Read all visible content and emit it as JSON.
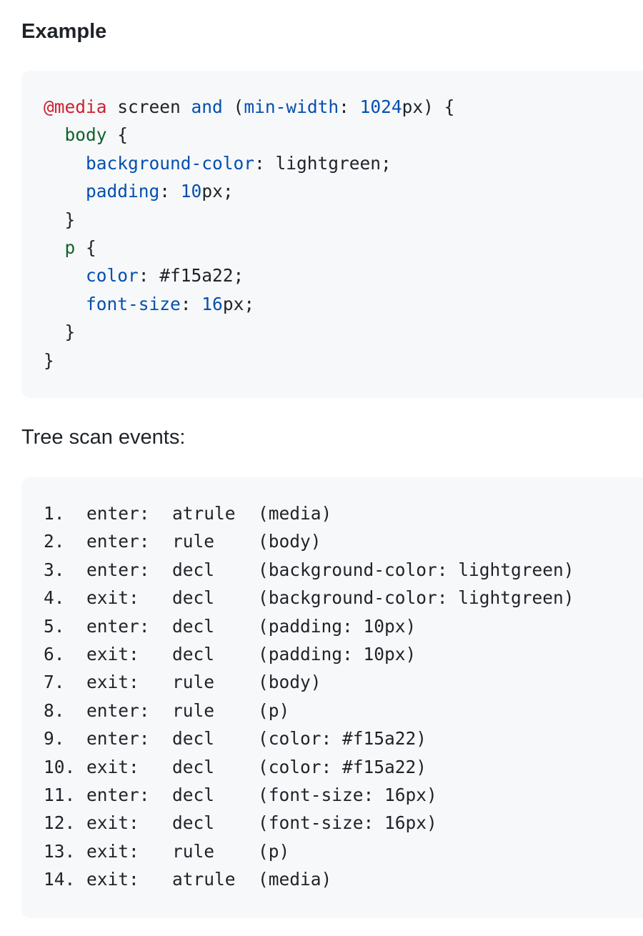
{
  "heading": "Example",
  "css_example": {
    "lines": [
      [
        {
          "t": "@media",
          "c": "atkw"
        },
        {
          "t": " screen ",
          "c": "plain"
        },
        {
          "t": "and",
          "c": "kw"
        },
        {
          "t": " (",
          "c": "plain"
        },
        {
          "t": "min-width",
          "c": "prop"
        },
        {
          "t": ": ",
          "c": "plain"
        },
        {
          "t": "1024",
          "c": "num"
        },
        {
          "t": "px) {",
          "c": "plain"
        }
      ],
      [
        {
          "t": "  ",
          "c": "plain"
        },
        {
          "t": "body",
          "c": "sel"
        },
        {
          "t": " {",
          "c": "plain"
        }
      ],
      [
        {
          "t": "    ",
          "c": "plain"
        },
        {
          "t": "background-color",
          "c": "prop"
        },
        {
          "t": ": lightgreen;",
          "c": "plain"
        }
      ],
      [
        {
          "t": "    ",
          "c": "plain"
        },
        {
          "t": "padding",
          "c": "prop"
        },
        {
          "t": ": ",
          "c": "plain"
        },
        {
          "t": "10",
          "c": "num"
        },
        {
          "t": "px;",
          "c": "plain"
        }
      ],
      [
        {
          "t": "  }",
          "c": "plain"
        }
      ],
      [
        {
          "t": "  ",
          "c": "plain"
        },
        {
          "t": "p",
          "c": "sel"
        },
        {
          "t": " {",
          "c": "plain"
        }
      ],
      [
        {
          "t": "    ",
          "c": "plain"
        },
        {
          "t": "color",
          "c": "prop"
        },
        {
          "t": ": #f15a22;",
          "c": "plain"
        }
      ],
      [
        {
          "t": "    ",
          "c": "plain"
        },
        {
          "t": "font-size",
          "c": "prop"
        },
        {
          "t": ": ",
          "c": "plain"
        },
        {
          "t": "16",
          "c": "num"
        },
        {
          "t": "px;",
          "c": "plain"
        }
      ],
      [
        {
          "t": "  }",
          "c": "plain"
        }
      ],
      [
        {
          "t": "}",
          "c": "plain"
        }
      ]
    ]
  },
  "tree_scan_heading": "Tree scan events:",
  "events": [
    {
      "num": "1.",
      "kind": "enter:",
      "type": "atrule",
      "detail": "(media)"
    },
    {
      "num": "2.",
      "kind": "enter:",
      "type": "rule",
      "detail": "(body)"
    },
    {
      "num": "3.",
      "kind": "enter:",
      "type": "decl",
      "detail": "(background-color: lightgreen)"
    },
    {
      "num": "4.",
      "kind": "exit:",
      "type": "decl",
      "detail": "(background-color: lightgreen)"
    },
    {
      "num": "5.",
      "kind": "enter:",
      "type": "decl",
      "detail": "(padding: 10px)"
    },
    {
      "num": "6.",
      "kind": "exit:",
      "type": "decl",
      "detail": "(padding: 10px)"
    },
    {
      "num": "7.",
      "kind": "exit:",
      "type": "rule",
      "detail": "(body)"
    },
    {
      "num": "8.",
      "kind": "enter:",
      "type": "rule",
      "detail": "(p)"
    },
    {
      "num": "9.",
      "kind": "enter:",
      "type": "decl",
      "detail": "(color: #f15a22)"
    },
    {
      "num": "10.",
      "kind": "exit:",
      "type": "decl",
      "detail": "(color: #f15a22)"
    },
    {
      "num": "11.",
      "kind": "enter:",
      "type": "decl",
      "detail": "(font-size: 16px)"
    },
    {
      "num": "12.",
      "kind": "exit:",
      "type": "decl",
      "detail": "(font-size: 16px)"
    },
    {
      "num": "13.",
      "kind": "exit:",
      "type": "rule",
      "detail": "(p)"
    },
    {
      "num": "14.",
      "kind": "exit:",
      "type": "atrule",
      "detail": "(media)"
    }
  ],
  "colors": {
    "code_background": "#f6f8fa",
    "text": "#1f2328",
    "at_keyword": "#cf222e",
    "keyword": "#0550ae",
    "property": "#0550ae",
    "number": "#0550ae",
    "selector": "#116329"
  }
}
